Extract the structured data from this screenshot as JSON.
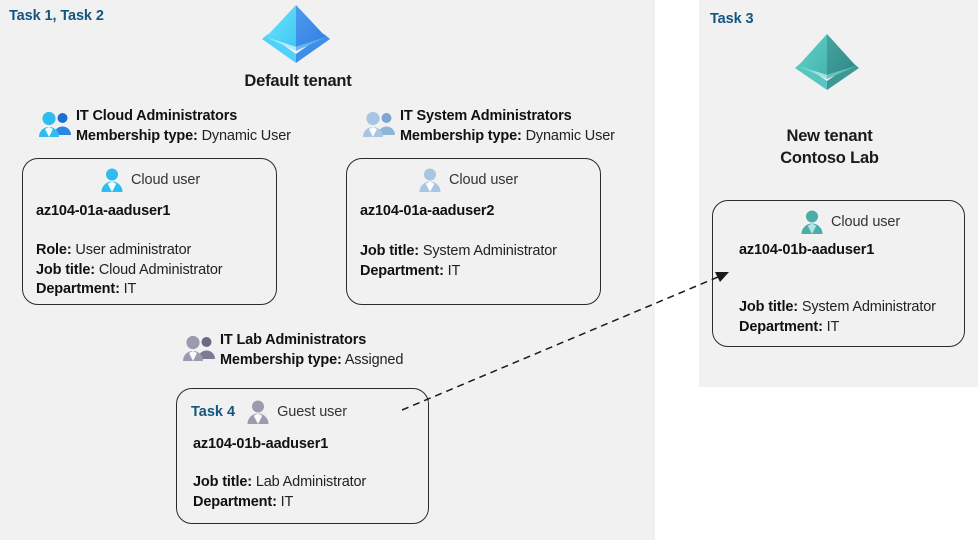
{
  "panels": {
    "left": {
      "task_label": "Task 1, Task 2",
      "tenant_title": "Default tenant"
    },
    "right": {
      "task_label": "Task 3",
      "tenant_title_line1": "New  tenant",
      "tenant_title_line2": "Contoso Lab"
    }
  },
  "colors": {
    "panel_bg": "#f1f1f1",
    "task_blue": "#13557f",
    "tenant_left_logo": "#3aa0ef",
    "tenant_right_logo": "#4cb3ad",
    "card_border": "#2b2b2b",
    "user_icon_cyan": "#29b6e8",
    "user_icon_blue_gray": "#9dbcdd",
    "user_icon_gray": "#9a9aa6",
    "user_icon_teal": "#4cada8"
  },
  "groups": [
    {
      "id": "it-cloud-administrators",
      "name": "IT Cloud Administrators",
      "membership_label": "Membership type:",
      "membership_value": "Dynamic User",
      "icon": "group-users-icon"
    },
    {
      "id": "it-system-administrators",
      "name": "IT System Administrators",
      "membership_label": "Membership type:",
      "membership_value": "Dynamic User",
      "icon": "group-users-icon"
    },
    {
      "id": "it-lab-administrators",
      "name": "IT Lab Administrators",
      "membership_label": "Membership type:",
      "membership_value": "Assigned",
      "icon": "group-users-icon"
    }
  ],
  "cards": [
    {
      "id": "az104-01a-aaduser1",
      "task_tag": "",
      "user_type": "Cloud user",
      "icon": "cloud-user-icon",
      "username": "az104-01a-aaduser1",
      "attrs": [
        {
          "label": "Role:",
          "value": "User administrator"
        },
        {
          "label": "Job title:",
          "value": "Cloud Administrator"
        },
        {
          "label": "Department:",
          "value": "IT"
        }
      ]
    },
    {
      "id": "az104-01a-aaduser2",
      "task_tag": "",
      "user_type": "Cloud user",
      "icon": "cloud-user-icon",
      "username": "az104-01a-aaduser2",
      "attrs": [
        {
          "label": "Job title:",
          "value": "System Administrator"
        },
        {
          "label": "Department:",
          "value": "IT"
        }
      ]
    },
    {
      "id": "az104-01b-aaduser1-guest",
      "task_tag": "Task 4",
      "user_type": "Guest user",
      "icon": "guest-user-icon",
      "username": "az104-01b-aaduser1",
      "attrs": [
        {
          "label": "Job title:",
          "value": "Lab Administrator"
        },
        {
          "label": "Department:",
          "value": "IT"
        }
      ]
    },
    {
      "id": "az104-01b-aaduser1-cloud",
      "task_tag": "",
      "user_type": "Cloud user",
      "icon": "cloud-user-icon",
      "username": "az104-01b-aaduser1",
      "attrs": [
        {
          "label": "Job title:",
          "value": "System Administrator"
        },
        {
          "label": "Department:",
          "value": "IT"
        }
      ]
    }
  ],
  "connector": {
    "style": "dashed-arrow",
    "from": "guest-user-card",
    "to": "new-tenant-cloud-user-card"
  }
}
